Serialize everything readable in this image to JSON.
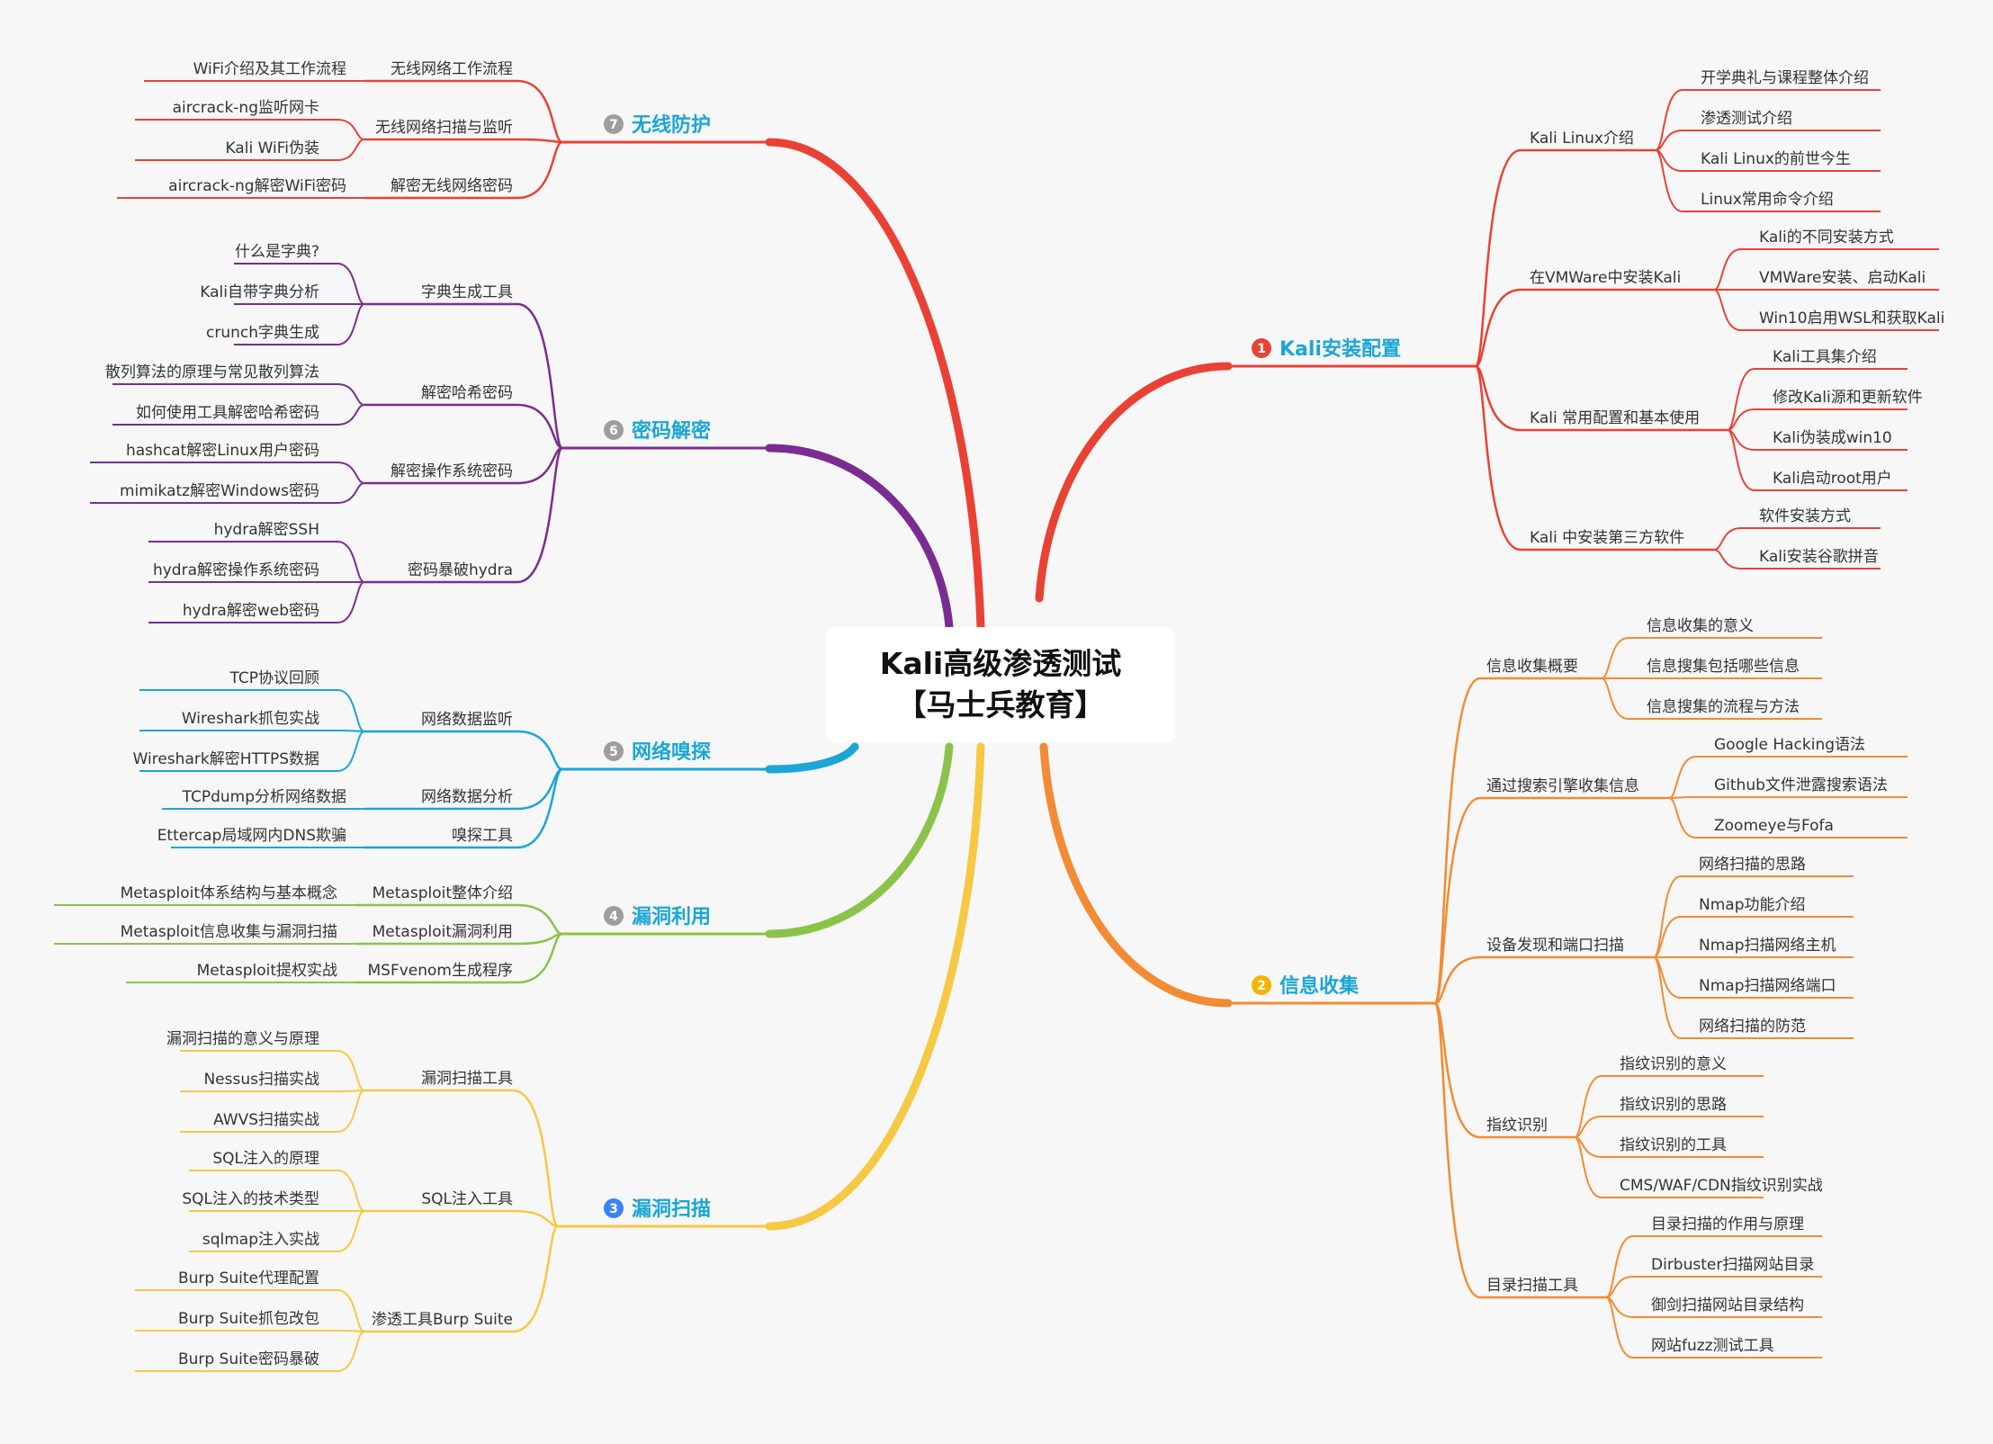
{
  "root": {
    "line1": "Kali高级渗透测试",
    "line2": "【马士兵教育】"
  },
  "branches": [
    {
      "id": "b1",
      "num": "1",
      "title": "Kali安装配置",
      "color": "#e94234",
      "numColor": "#e94234",
      "side": "right",
      "children": [
        {
          "label": "Kali Linux介绍",
          "leaves": [
            "开学典礼与课程整体介绍",
            "渗透测试介绍",
            "Kali Linux的前世今生",
            "Linux常用命令介绍"
          ]
        },
        {
          "label": "在VMWare中安装Kali",
          "leaves": [
            "Kali的不同安装方式",
            "VMWare安装、启动Kali",
            "Win10启用WSL和获取Kali"
          ]
        },
        {
          "label": "Kali 常用配置和基本使用",
          "leaves": [
            "Kali工具集介绍",
            "修改Kali源和更新软件",
            "Kali伪装成win10",
            "Kali启动root用户"
          ]
        },
        {
          "label": "Kali 中安装第三方软件",
          "leaves": [
            "软件安装方式",
            "Kali安装谷歌拼音"
          ]
        }
      ]
    },
    {
      "id": "b2",
      "num": "2",
      "title": "信息收集",
      "color": "#f28b33",
      "numColor": "#f4b400",
      "side": "right",
      "children": [
        {
          "label": "信息收集概要",
          "leaves": [
            "信息收集的意义",
            "信息搜集包括哪些信息",
            "信息搜集的流程与方法"
          ]
        },
        {
          "label": "通过搜索引擎收集信息",
          "leaves": [
            "Google Hacking语法",
            "Github文件泄露搜索语法",
            "Zoomeye与Fofa"
          ]
        },
        {
          "label": "设备发现和端口扫描",
          "leaves": [
            "网络扫描的思路",
            "Nmap功能介绍",
            "Nmap扫描网络主机",
            "Nmap扫描网络端口",
            "网络扫描的防范"
          ]
        },
        {
          "label": "指纹识别",
          "leaves": [
            "指纹识别的意义",
            "指纹识别的思路",
            "指纹识别的工具",
            "CMS/WAF/CDN指纹识别实战"
          ]
        },
        {
          "label": "目录扫描工具",
          "leaves": [
            "目录扫描的作用与原理",
            "Dirbuster扫描网站目录",
            "御剑扫描网站目录结构",
            "网站fuzz测试工具"
          ]
        }
      ]
    },
    {
      "id": "b3",
      "num": "3",
      "title": "漏洞扫描",
      "color": "#f7c843",
      "numColor": "#3b82f6",
      "side": "left",
      "children": [
        {
          "label": "漏洞扫描工具",
          "leaves": [
            "漏洞扫描的意义与原理",
            "Nessus扫描实战",
            "AWVS扫描实战"
          ]
        },
        {
          "label": "SQL注入工具",
          "leaves": [
            "SQL注入的原理",
            "SQL注入的技术类型",
            "sqlmap注入实战"
          ]
        },
        {
          "label": "渗透工具Burp Suite",
          "leaves": [
            "Burp Suite代理配置",
            "Burp Suite抓包改包",
            "Burp Suite密码暴破"
          ]
        }
      ]
    },
    {
      "id": "b4",
      "num": "4",
      "title": "漏洞利用",
      "color": "#8bc34a",
      "numColor": "#9e9e9e",
      "side": "left",
      "children": [
        {
          "label": "Metasploit整体介绍",
          "leaves": [
            "Metasploit体系结构与基本概念"
          ]
        },
        {
          "label": "Metasploit漏洞利用",
          "leaves": [
            "Metasploit信息收集与漏洞扫描"
          ]
        },
        {
          "label": "MSFvenom生成程序",
          "leaves": [
            "Metasploit提权实战"
          ]
        }
      ]
    },
    {
      "id": "b5",
      "num": "5",
      "title": "网络嗅探",
      "color": "#1aa6d6",
      "numColor": "#9e9e9e",
      "side": "left",
      "children": [
        {
          "label": "网络数据监听",
          "leaves": [
            "TCP协议回顾",
            "Wireshark抓包实战",
            "Wireshark解密HTTPS数据"
          ]
        },
        {
          "label": "网络数据分析",
          "leaves": [
            "TCPdump分析网络数据"
          ]
        },
        {
          "label": "嗅探工具",
          "leaves": [
            "Ettercap局域网内DNS欺骗"
          ]
        }
      ]
    },
    {
      "id": "b6",
      "num": "6",
      "title": "密码解密",
      "color": "#7b2c91",
      "numColor": "#9e9e9e",
      "side": "left",
      "children": [
        {
          "label": "字典生成工具",
          "leaves": [
            "什么是字典?",
            "Kali自带字典分析",
            "crunch字典生成"
          ]
        },
        {
          "label": "解密哈希密码",
          "leaves": [
            "散列算法的原理与常见散列算法",
            "如何使用工具解密哈希密码"
          ]
        },
        {
          "label": "解密操作系统密码",
          "leaves": [
            "hashcat解密Linux用户密码",
            "mimikatz解密Windows密码"
          ]
        },
        {
          "label": "密码暴破hydra",
          "leaves": [
            "hydra解密SSH",
            "hydra解密操作系统密码",
            "hydra解密web密码"
          ]
        }
      ]
    },
    {
      "id": "b7",
      "num": "7",
      "title": "无线防护",
      "color": "#e94234",
      "numColor": "#9e9e9e",
      "side": "left",
      "children": [
        {
          "label": "无线网络工作流程",
          "leaves": [
            "WiFi介绍及其工作流程"
          ]
        },
        {
          "label": "无线网络扫描与监听",
          "leaves": [
            "aircrack-ng监听网卡",
            "Kali WiFi伪装"
          ]
        },
        {
          "label": "解密无线网络密码",
          "leaves": [
            "aircrack-ng解密WiFi密码"
          ]
        }
      ]
    }
  ]
}
